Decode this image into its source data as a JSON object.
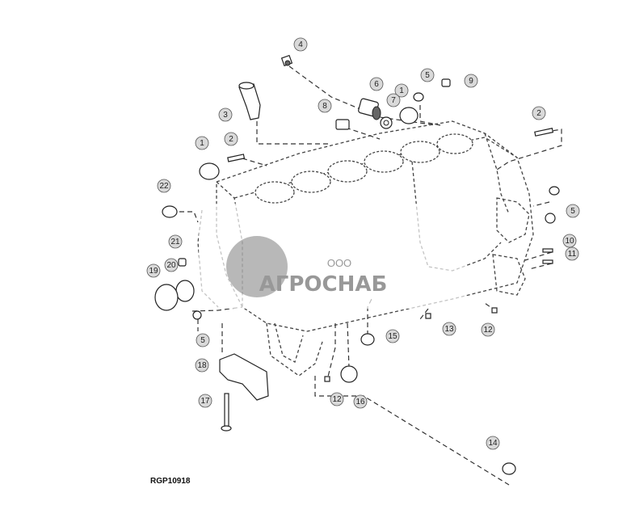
{
  "diagram": {
    "reference_code": "RGP10918",
    "callouts": [
      "4",
      "6",
      "1",
      "5",
      "9",
      "3",
      "8",
      "7",
      "2",
      "1",
      "2",
      "22",
      "5",
      "21",
      "20",
      "19",
      "10",
      "11",
      "5",
      "13",
      "12",
      "15",
      "18",
      "17",
      "12",
      "16",
      "14"
    ]
  },
  "watermark": {
    "company_prefix": "ООО",
    "company_name": "АГРОСНАБ"
  }
}
